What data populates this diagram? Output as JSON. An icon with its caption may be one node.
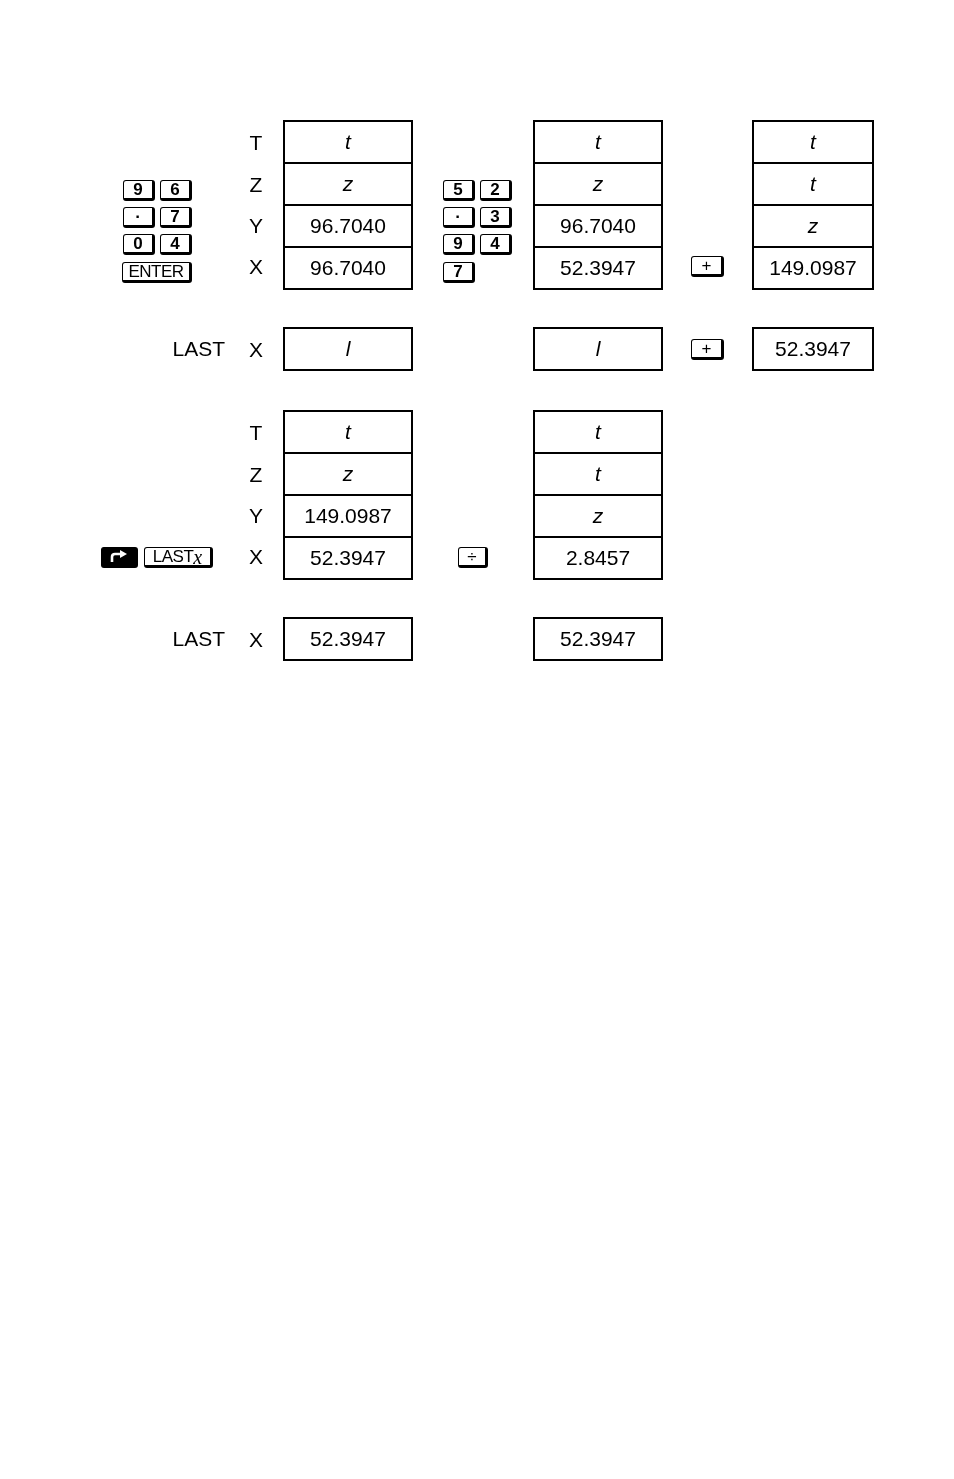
{
  "diagram": {
    "nodes": [
      {
        "text": [
          "9"
        ]
      },
      {
        "text": [
          "6"
        ]
      },
      {
        "text": [
          "·"
        ]
      },
      {
        "text": [
          "7"
        ]
      },
      {
        "text": [
          "0"
        ]
      },
      {
        "text": [
          "4"
        ]
      },
      {
        "text": [
          "ENTER"
        ]
      },
      {
        "text": [
          "t"
        ]
      },
      {
        "text": [
          "z"
        ]
      },
      {
        "text": [
          "96.7040"
        ]
      },
      {
        "text": [
          "96.7040"
        ]
      },
      {
        "text": [
          "5"
        ]
      },
      {
        "text": [
          "2"
        ]
      },
      {
        "text": [
          "·"
        ]
      },
      {
        "text": [
          "3"
        ]
      },
      {
        "text": [
          "9"
        ]
      },
      {
        "text": [
          "4"
        ]
      },
      {
        "text": [
          "7"
        ]
      },
      {
        "text": [
          "t"
        ]
      },
      {
        "text": [
          "z"
        ]
      },
      {
        "text": [
          "96.7040"
        ]
      },
      {
        "text": [
          "52.3947"
        ]
      },
      {
        "text": [
          "+"
        ]
      },
      {
        "text": [
          "t"
        ]
      },
      {
        "text": [
          "t"
        ]
      },
      {
        "text": [
          "z"
        ]
      },
      {
        "text": [
          "149.0987"
        ]
      },
      {
        "text": [
          "l"
        ]
      },
      {
        "text": [
          "l"
        ]
      },
      {
        "text": [
          "+"
        ]
      },
      {
        "text": [
          "52.3947"
        ]
      },
      {
        "text": [],
        "shape": "box"
      },
      {
        "text": [
          "LAST",
          "x"
        ]
      },
      {
        "text": [
          "t"
        ]
      },
      {
        "text": [
          "z"
        ]
      },
      {
        "text": [
          "149.0987"
        ]
      },
      {
        "text": [
          "52.3947"
        ]
      },
      {
        "text": [
          "÷"
        ]
      },
      {
        "text": [
          "t"
        ]
      },
      {
        "text": [
          "t"
        ]
      },
      {
        "text": [
          "z"
        ]
      },
      {
        "text": [
          "2.8457"
        ]
      },
      {
        "text": [
          "52.3947"
        ]
      },
      {
        "text": [
          "52.3947"
        ]
      }
    ],
    "labels": [
      "T",
      "Z",
      "Y",
      "X",
      "LAST",
      "X",
      "T",
      "Z",
      "Y",
      "X",
      "LAST",
      "X"
    ]
  }
}
